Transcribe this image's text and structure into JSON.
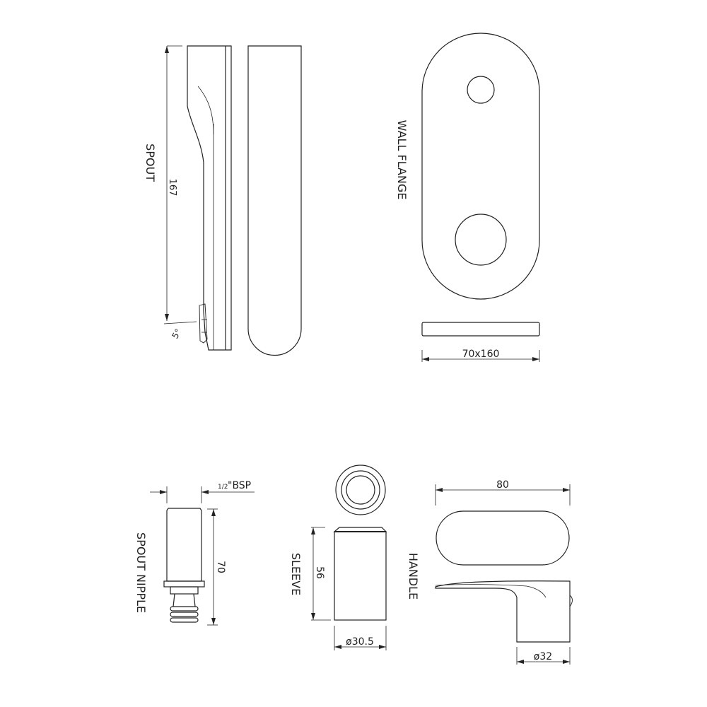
{
  "diagram": {
    "type": "technical-drawing",
    "parts": {
      "spout": {
        "label": "SPOUT",
        "length": "167",
        "angle": "5°"
      },
      "wall_flange": {
        "label": "WALL FLANGE",
        "size": "70x160"
      },
      "spout_nipple": {
        "label": "SPOUT NIPPLE",
        "thread_half": "1/2",
        "thread": "\"BSP",
        "length": "70"
      },
      "sleeve": {
        "label": "SLEEVE",
        "length": "56",
        "diameter": "ø30.5"
      },
      "handle": {
        "label": "HANDLE",
        "length": "80",
        "diameter": "ø32"
      }
    },
    "line_color": "#222222"
  }
}
